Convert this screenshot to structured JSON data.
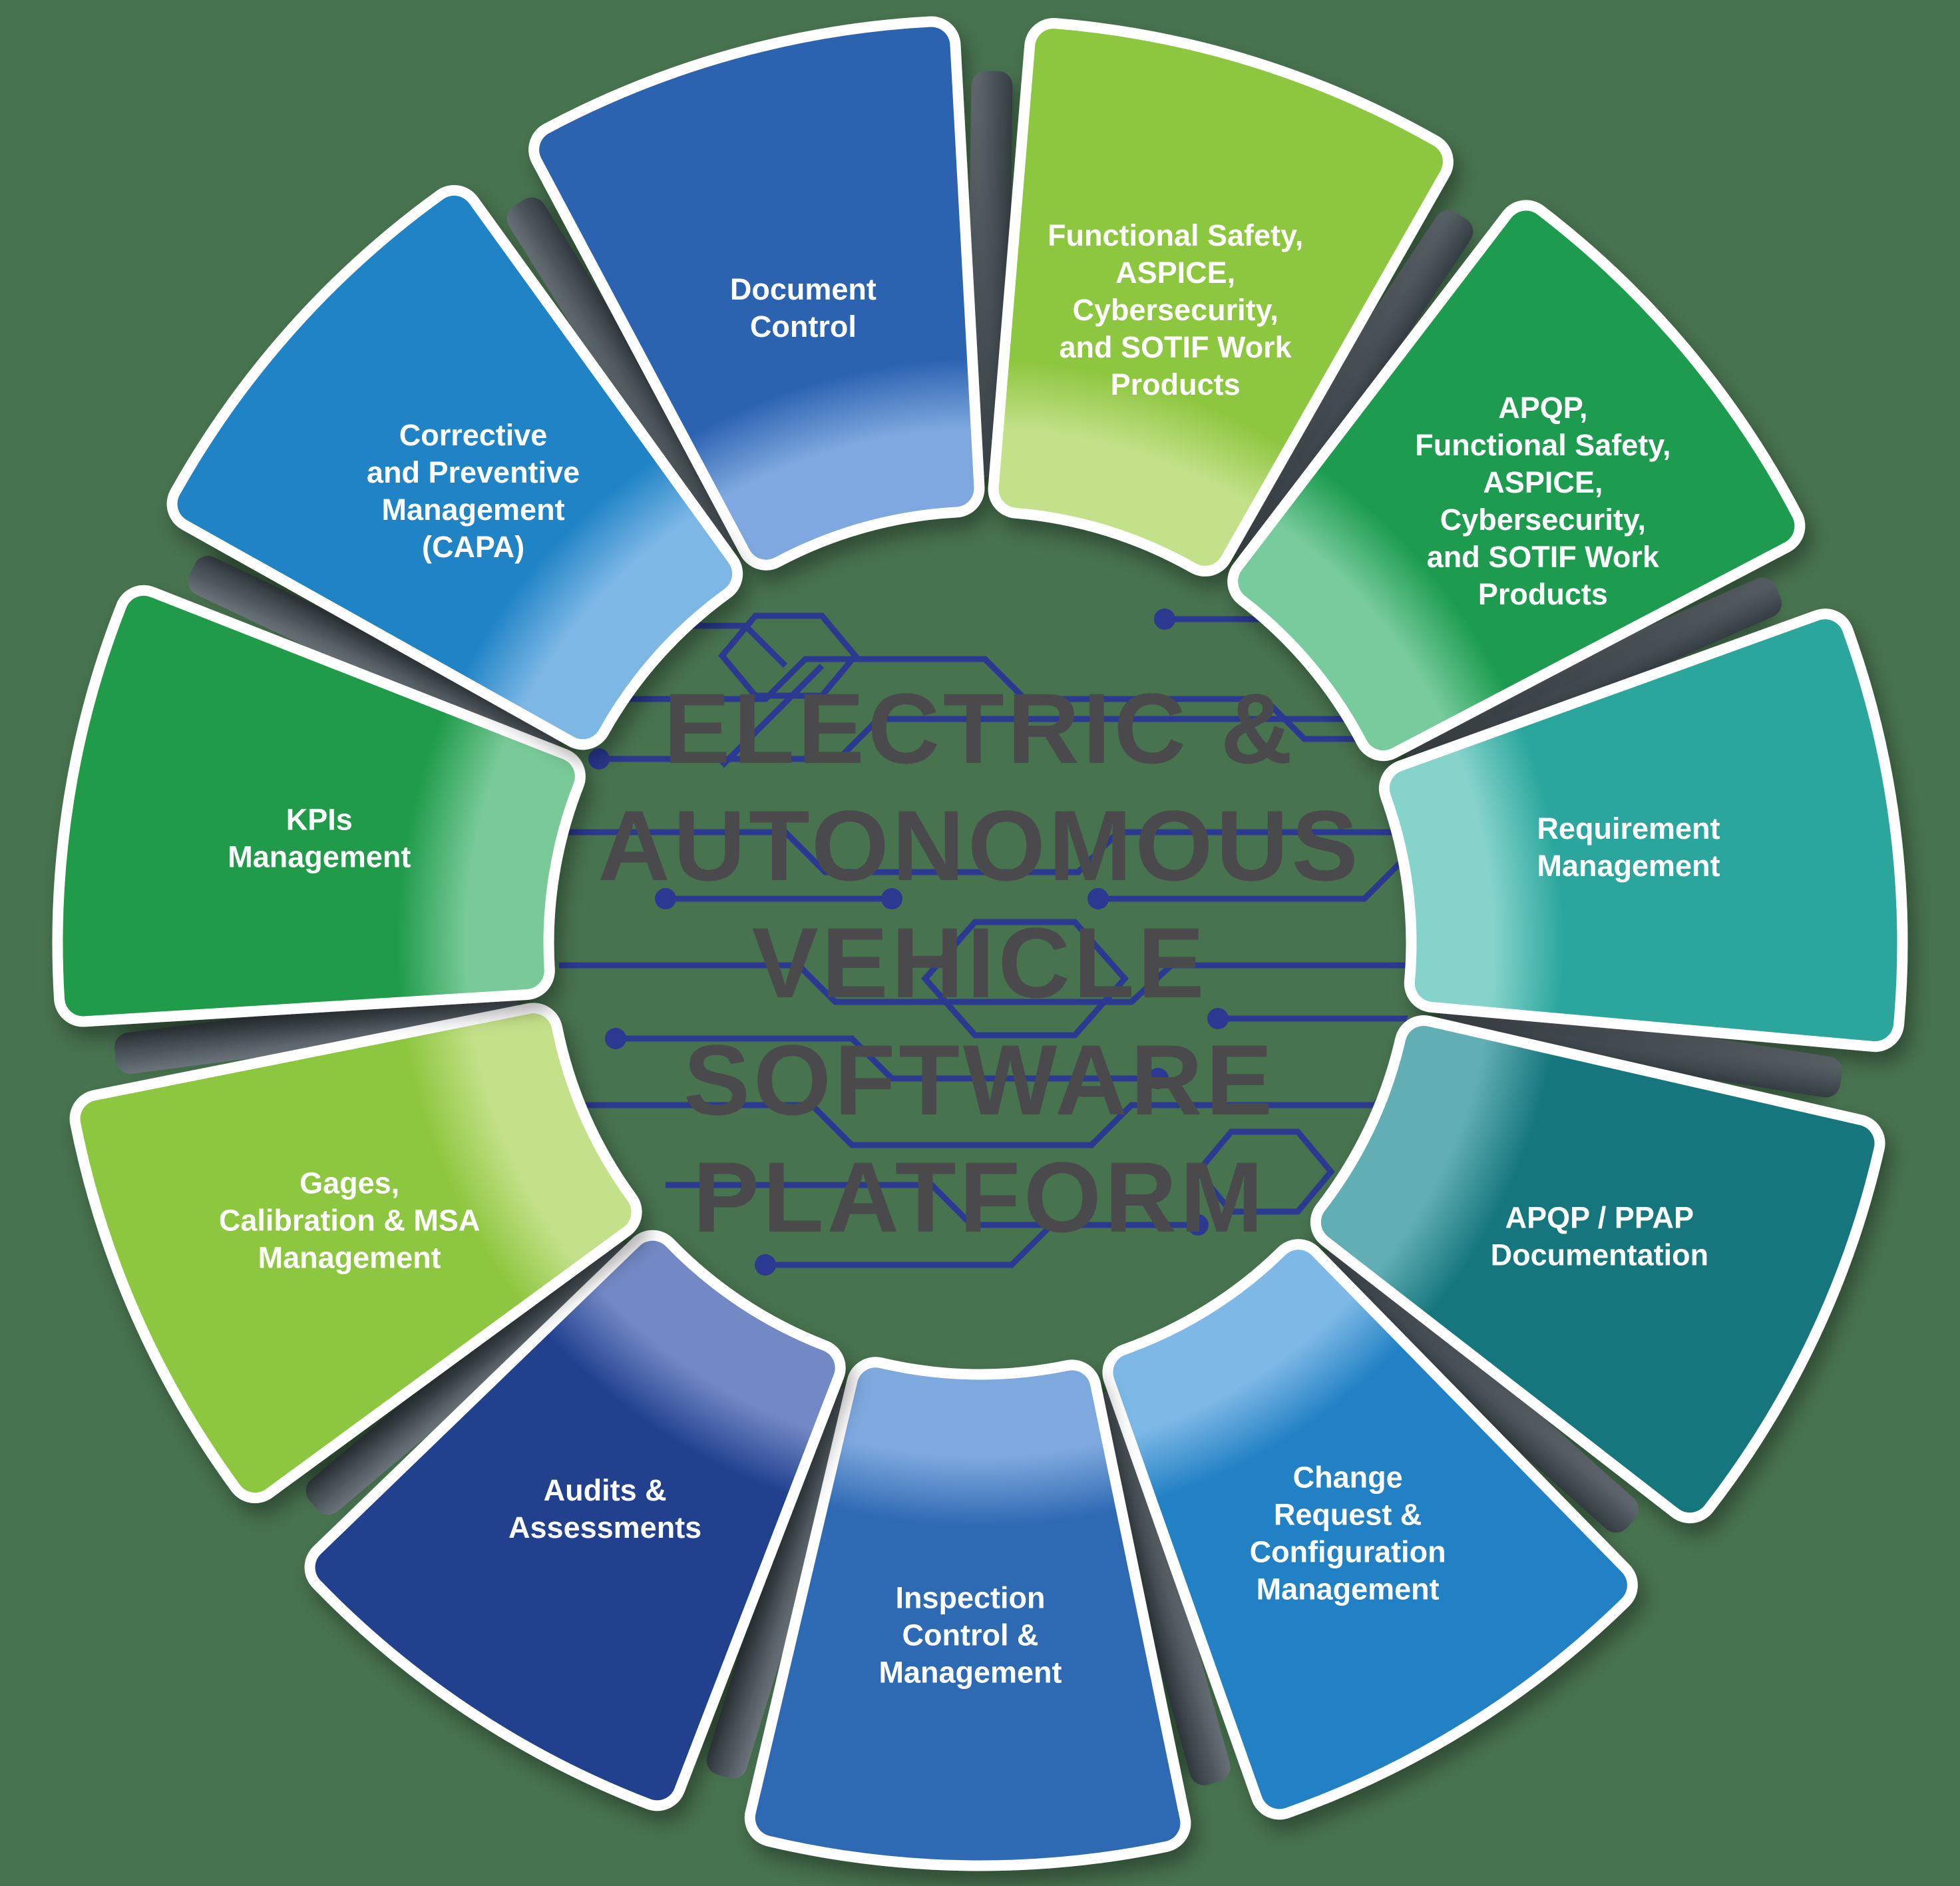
{
  "background_color": "#48734F",
  "center": {
    "title_lines": [
      "ELECTRIC &",
      "AUTONOMOUS",
      "VEHICLE",
      "SOFTWARE",
      "PLATFORM"
    ],
    "title_color": "#4a4a4c",
    "circuit_color": "#2b3990"
  },
  "wheel": {
    "outline_color": "#ffffff",
    "connector_colors": {
      "light": "#6b747a",
      "mid": "#4d575d",
      "dark": "#343d42"
    },
    "segments": [
      {
        "name": "document-control",
        "label_lines": [
          "Document",
          "Control"
        ],
        "color": "#2c63b1",
        "inner_color": "#7ea8df"
      },
      {
        "name": "functional-safety-aspice-cybersecurity-sotif-work-products",
        "label_lines": [
          "Functional Safety,",
          "ASPICE,",
          "Cybersecurity,",
          "and SOTIF Work",
          "Products"
        ],
        "color": "#8dc63f",
        "inner_color": "#c3e189"
      },
      {
        "name": "apqp-functional-safety-aspice-cybersecurity-sotif-work-products",
        "label_lines": [
          "APQP,",
          "Functional Safety,",
          "ASPICE,",
          "Cybersecurity,",
          "and SOTIF Work",
          "Products"
        ],
        "color": "#1d9c4f",
        "inner_color": "#77cb9c"
      },
      {
        "name": "requirement-management",
        "label_lines": [
          "Requirement",
          "Management"
        ],
        "color": "#2aa69c",
        "inner_color": "#85d3cb"
      },
      {
        "name": "apqp-ppap-documentation",
        "label_lines": [
          "APQP / PPAP",
          "Documentation"
        ],
        "color": "#15777d",
        "inner_color": "#61afb4"
      },
      {
        "name": "change-request-configuration-management",
        "label_lines": [
          "Change",
          "Request &",
          "Configuration",
          "Management"
        ],
        "color": "#2181c4",
        "inner_color": "#7db8e6"
      },
      {
        "name": "inspection-control-management",
        "label_lines": [
          "Inspection",
          "Control &",
          "Management"
        ],
        "color": "#2e69b3",
        "inner_color": "#7ea9de"
      },
      {
        "name": "audits-assessments",
        "label_lines": [
          "Audits &",
          "Assessments"
        ],
        "color": "#21418f",
        "inner_color": "#7389c5"
      },
      {
        "name": "gages-calibration-msa-management",
        "label_lines": [
          "Gages,",
          "Calibration & MSA",
          "Management"
        ],
        "color": "#8dc63f",
        "inner_color": "#c3e189"
      },
      {
        "name": "kpis-management",
        "label_lines": [
          "KPIs",
          "Management"
        ],
        "color": "#1f9b4a",
        "inner_color": "#79ca98"
      },
      {
        "name": "corrective-and-preventive-management-capa",
        "label_lines": [
          "Corrective",
          "and Preventive",
          "Management",
          "(CAPA)"
        ],
        "color": "#1f83c5",
        "inner_color": "#7cb7e6"
      }
    ]
  }
}
